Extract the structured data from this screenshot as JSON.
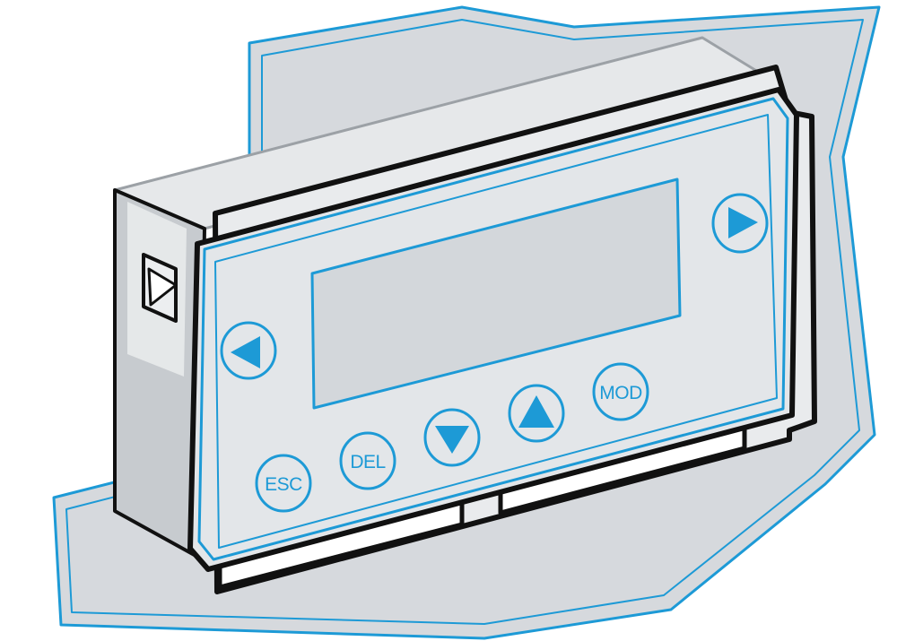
{
  "colors": {
    "outline_blue": "#1d9ad6",
    "panel_fill": "#d6d9dd",
    "device_fill": "#e3e6e9",
    "housing_fill": "#e6e8ea",
    "housing_shade": "#c7cbcf",
    "stroke_black": "#111111",
    "background": "#ffffff"
  },
  "keypad": {
    "left": {
      "icon": "arrow-left-icon"
    },
    "right": {
      "icon": "arrow-right-icon"
    },
    "down": {
      "icon": "arrow-down-icon"
    },
    "up": {
      "icon": "arrow-up-icon"
    },
    "esc": {
      "label": "ESC"
    },
    "del": {
      "label": "DEL"
    },
    "mod": {
      "label": "MOD"
    }
  }
}
